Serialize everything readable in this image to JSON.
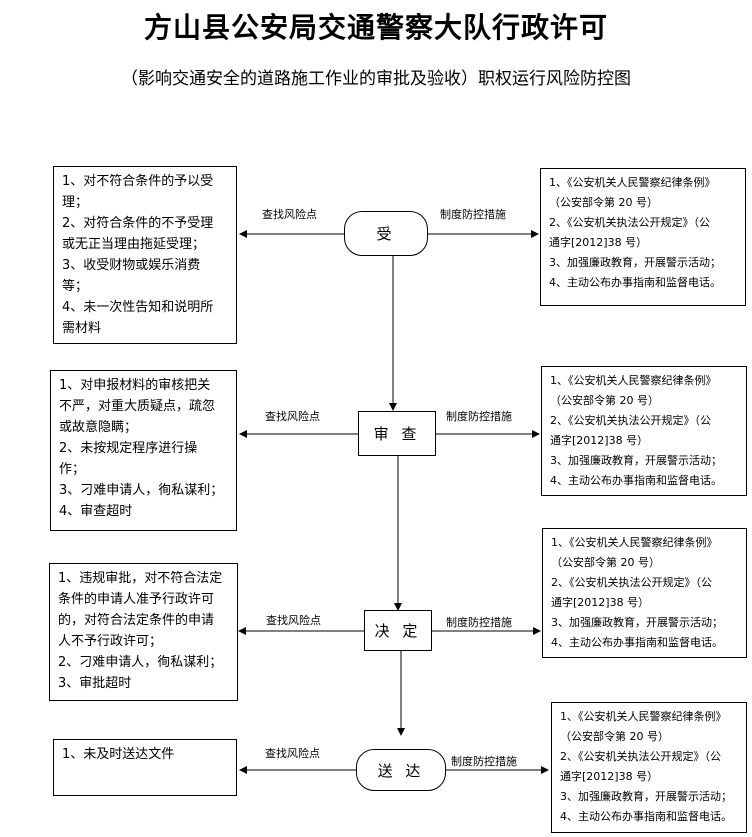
{
  "title": "方山县公安局交通警察大队行政许可",
  "subtitle": "（影响交通安全的道路施工作业的审批及验收）职权运行风险防控图",
  "risk_label": "查找风险点",
  "control_label": "制度防控措施",
  "control_measures": [
    "1、《公安机关人民警察纪律条例》",
    "（公安部令第 20 号）",
    "2、《公安机关执法公开规定》（公",
    "通字[2012]38 号）",
    "3、加强廉政教育，开展警示活动；",
    "4、主动公布办事指南和监督电话。"
  ],
  "steps": [
    {
      "name": "受",
      "risks": [
        "1、对不符合条件的予以受",
        "理；",
        "2、对符合条件的不予受理",
        "或无正当理由拖延受理；",
        "3、收受财物或娱乐消费",
        "等；",
        "4、未一次性告知和说明所",
        "需材料"
      ]
    },
    {
      "name": "审 查",
      "risks": [
        "1、对申报材料的审核把关",
        "不严，对重大质疑点，疏忽",
        "或故意隐瞒；",
        "2、未按规定程序进行操",
        "作；",
        "3、刁难申请人，徇私谋利；",
        "4、审查超时"
      ]
    },
    {
      "name": "决 定",
      "risks": [
        "1、违规审批，对不符合法定",
        "条件的申请人准予行政许可",
        "的，对符合法定条件的申请",
        "人不予行政许可；",
        "2、刁难申请人，徇私谋利；",
        "3、审批超时"
      ]
    },
    {
      "name": "送 达",
      "risks": [
        "1、未及时送达文件"
      ]
    }
  ]
}
